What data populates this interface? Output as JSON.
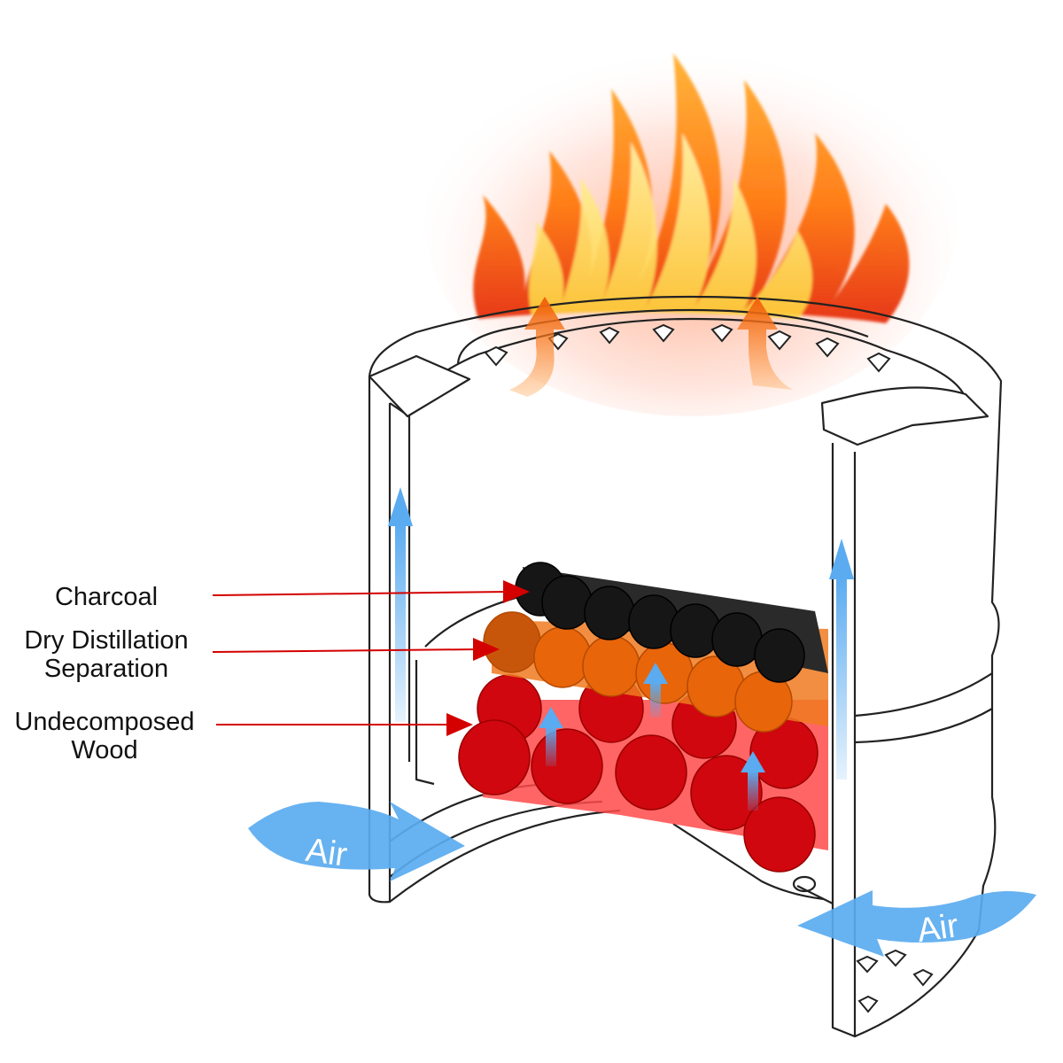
{
  "labels": {
    "charcoal": "Charcoal",
    "dry_distillation": [
      "Dry Distillation",
      "Separation"
    ],
    "undecomposed_wood": [
      "Undecomposed",
      "Wood"
    ]
  },
  "air_labels": {
    "left": "Air",
    "right": "Air"
  },
  "colors": {
    "charcoal": "#1a1a1a",
    "distillation": "#e8650a",
    "wood": "#d0070e",
    "air_arrow": "#5aabf0",
    "hot_gas_arrow": "#f26a0f",
    "pointer_arrow": "#d40000",
    "outline": "#222222"
  },
  "icons": [
    "flame-icon",
    "air-arrow-icon",
    "hot-gas-arrow-icon",
    "pointer-arrow-icon"
  ]
}
